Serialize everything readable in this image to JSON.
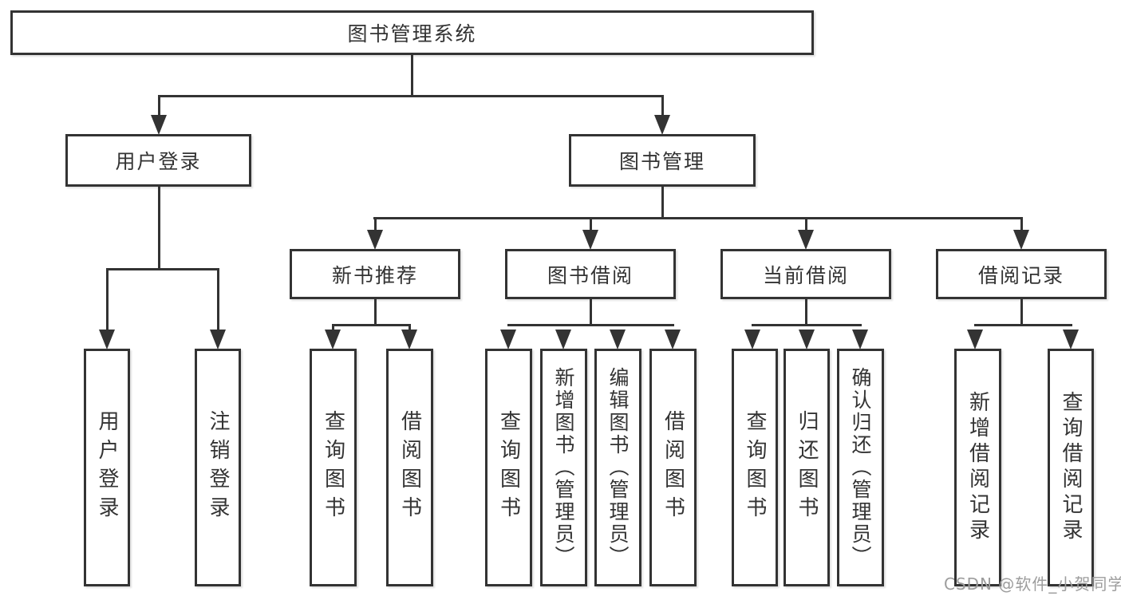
{
  "root": {
    "label": "图书管理系统"
  },
  "user_branch": {
    "label": "用户登录",
    "children": [
      {
        "label": "用户登录"
      },
      {
        "label": "注销登录"
      }
    ]
  },
  "book_branch": {
    "label": "图书管理",
    "groups": [
      {
        "label": "新书推荐",
        "children": [
          {
            "label": "查询图书"
          },
          {
            "label": "借阅图书"
          }
        ]
      },
      {
        "label": "图书借阅",
        "children": [
          {
            "label": "查询图书"
          },
          {
            "label": "新增图书（管理员）"
          },
          {
            "label": "编辑图书（管理员）"
          },
          {
            "label": "借阅图书"
          }
        ]
      },
      {
        "label": "当前借阅",
        "children": [
          {
            "label": "查询图书"
          },
          {
            "label": "归还图书"
          },
          {
            "label": "确认归还（管理员）"
          }
        ]
      },
      {
        "label": "借阅记录",
        "children": [
          {
            "label": "新增借阅记录"
          },
          {
            "label": "查询借阅记录"
          }
        ]
      }
    ]
  },
  "watermark": "CSDN @软件_小贺同学",
  "colors": {
    "line": "#333333",
    "text": "#333333",
    "watermark": "#9d9d9d",
    "background": "#ffffff"
  }
}
